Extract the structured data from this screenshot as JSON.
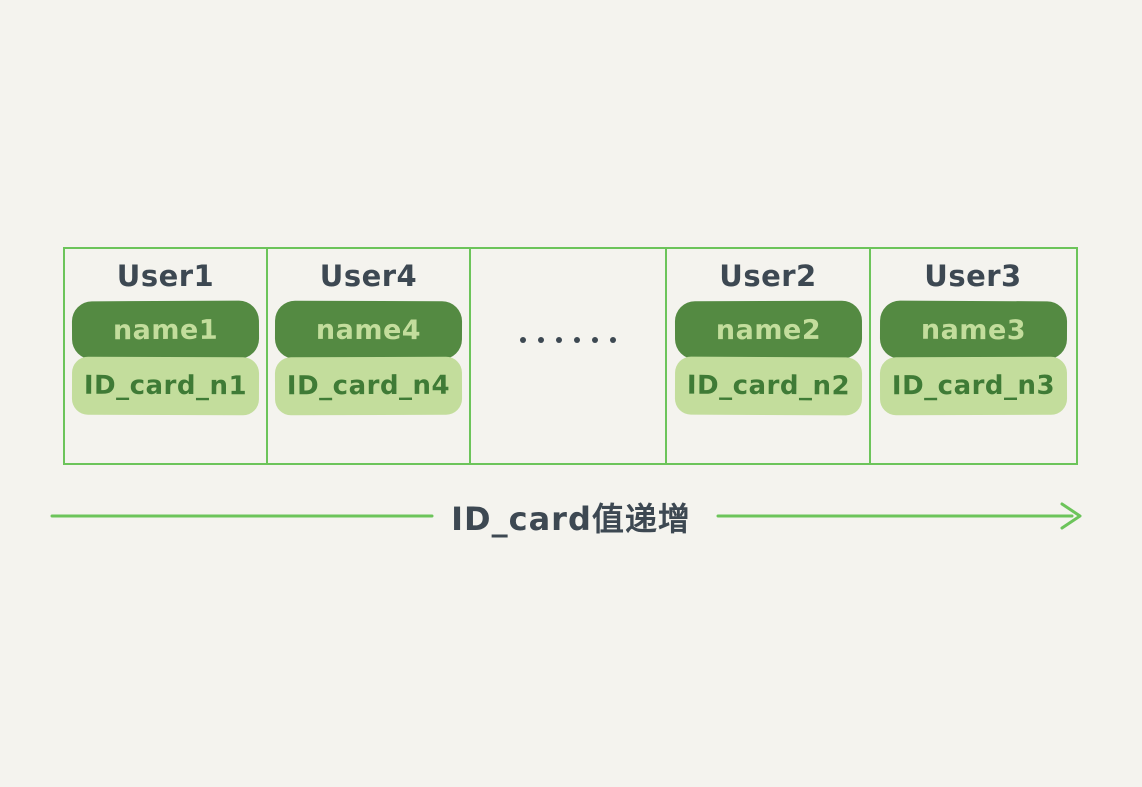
{
  "colors": {
    "background": "#f4f3ee",
    "border_green": "#6cc45a",
    "badge_dark": "#548a42",
    "badge_light": "#c3dd9c",
    "text_dark": "#3d4852",
    "text_on_dark": "#c3dd9c",
    "text_on_light": "#3f7b36",
    "arrow_green": "#6cc45a"
  },
  "diagram": {
    "type": "index-structure",
    "cells": [
      {
        "id": "user1",
        "title": "User1",
        "name_badge": "name1",
        "id_badge": "ID_card_n1",
        "is_ellipsis": false
      },
      {
        "id": "user4",
        "title": "User4",
        "name_badge": "name4",
        "id_badge": "ID_card_n4",
        "is_ellipsis": false
      },
      {
        "id": "ellipsis",
        "title": "",
        "name_badge": "",
        "id_badge": "",
        "is_ellipsis": true,
        "dot_count": 6
      },
      {
        "id": "user2",
        "title": "User2",
        "name_badge": "name2",
        "id_badge": "ID_card_n2",
        "is_ellipsis": false
      },
      {
        "id": "user3",
        "title": "User3",
        "name_badge": "name3",
        "id_badge": "ID_card_n3",
        "is_ellipsis": false
      }
    ],
    "axis": {
      "label": "ID_card值递增",
      "direction": "left-to-right",
      "has_arrowhead": true
    }
  }
}
